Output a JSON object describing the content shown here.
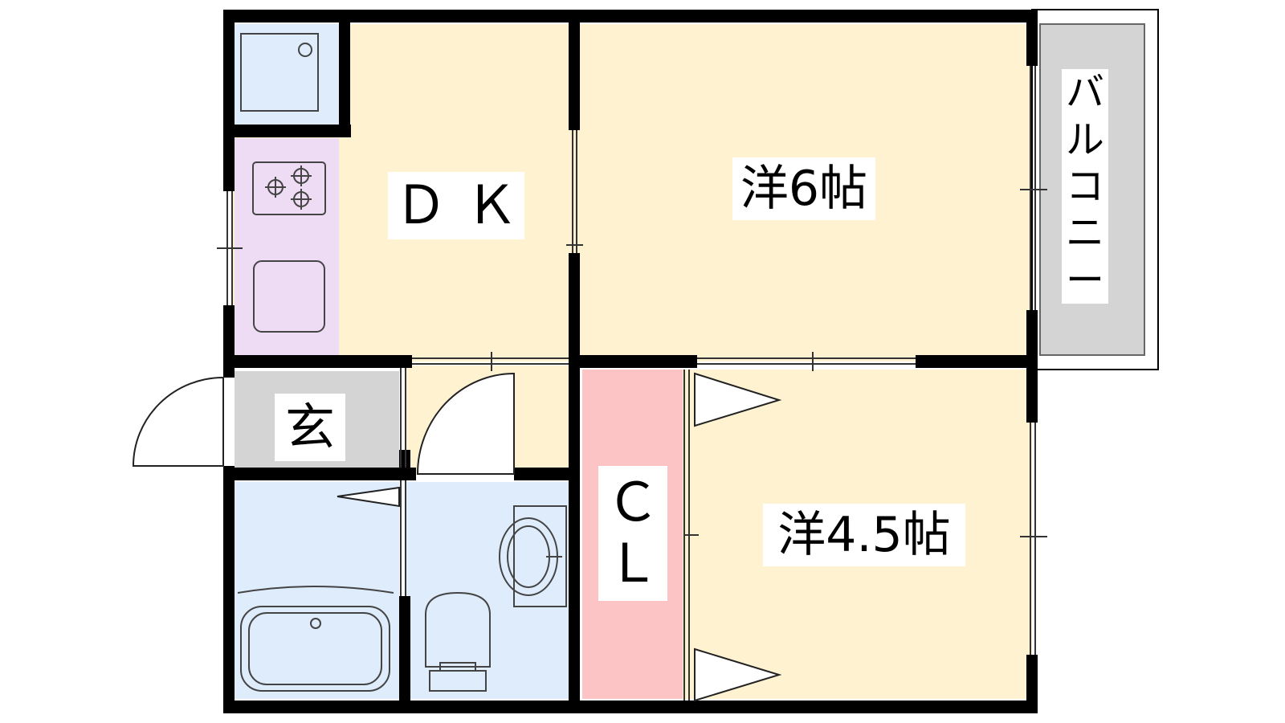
{
  "floorplan": {
    "rooms": {
      "dk": {
        "label": "ＤＫ",
        "fill": "#fef2d1"
      },
      "western_6": {
        "label": "洋6帖",
        "fill": "#fef2d1"
      },
      "western_45": {
        "label": "洋4.5帖",
        "fill": "#fef2d1"
      },
      "entrance": {
        "label": "玄",
        "fill": "#d4d4d4"
      },
      "closet": {
        "label_top": "Ｃ",
        "label_bottom": "Ｌ",
        "fill": "#fcc4c4"
      },
      "balcony": {
        "chars": [
          "バ",
          "ル",
          "コ",
          "ニ",
          "ー"
        ],
        "fill": "#d4d4d4"
      },
      "bathroom": {
        "fill": "#deecfc"
      },
      "toilet": {
        "fill": "#deecfc"
      },
      "refrigerator_space": {
        "fill": "#deecfc"
      },
      "kitchen_counter": {
        "fill": "#eedcf4"
      }
    },
    "colors": {
      "wall": "#000000",
      "fixture_stroke": "#555555"
    }
  }
}
